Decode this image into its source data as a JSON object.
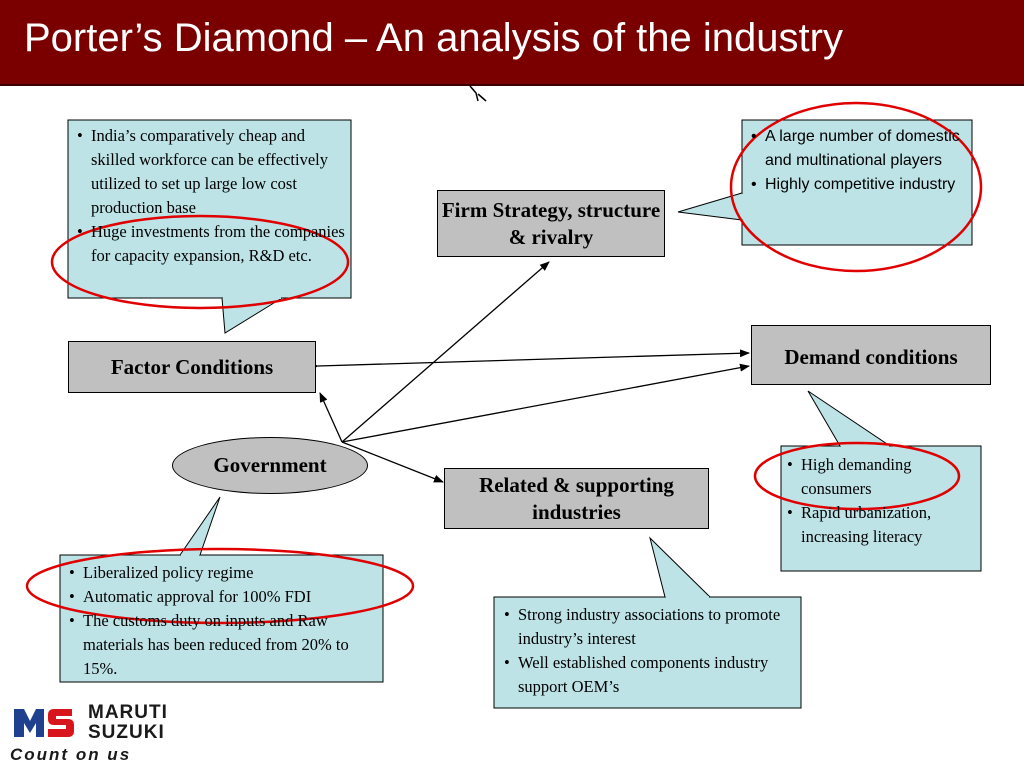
{
  "title": "Porter’s Diamond – An analysis of the industry",
  "colors": {
    "title_bar": "#7a0000",
    "title_text": "#ffffff",
    "box_fill": "#c0c0c0",
    "callout_fill": "#bde3e6",
    "highlight_ring": "#e00000"
  },
  "nodes": {
    "firm_strategy": "Firm Strategy, structure & rivalry",
    "factor_conditions": "Factor Conditions",
    "demand_conditions": "Demand conditions",
    "government": "Government",
    "related_supporting": "Related & supporting industries"
  },
  "callouts": {
    "factor": [
      "India’s comparatively cheap and skilled workforce can be effectively utilized to set up large low cost production base",
      "Huge investments from the companies for capacity expansion, R&D etc."
    ],
    "firm": [
      "A large number of domestic and multinational players",
      "Highly competitive industry"
    ],
    "demand": [
      "High demanding consumers",
      "Rapid urbanization, increasing literacy"
    ],
    "government": [
      "Liberalized policy regime",
      "Automatic approval for 100% FDI",
      "The customs duty on inputs and Raw materials has been reduced from 20% to 15%."
    ],
    "related": [
      "Strong industry associations to promote industry’s interest",
      "Well established components industry support OEM’s"
    ]
  },
  "logo": {
    "line1": "MARUTI",
    "line2": "SUZUKI",
    "tagline": "Count on us"
  }
}
